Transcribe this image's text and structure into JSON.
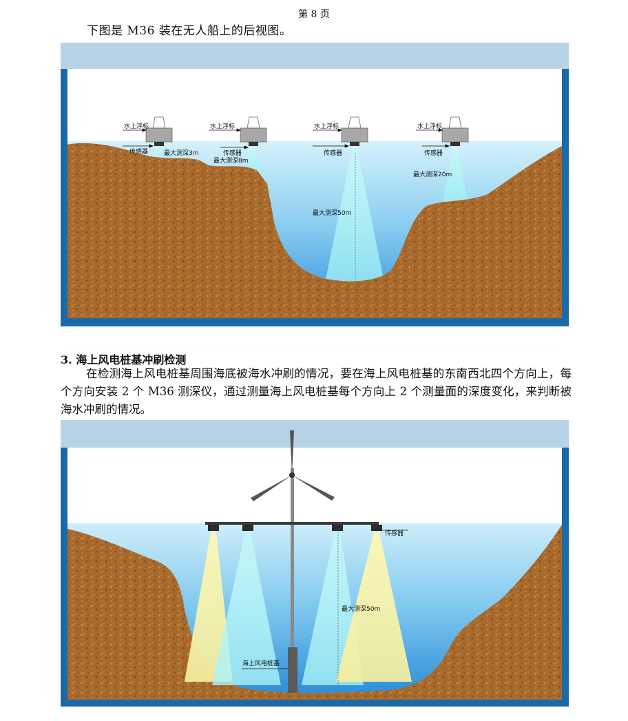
{
  "page": {
    "number_label": "第 8 页"
  },
  "figure1": {
    "caption": "下图是 M36 装在无人船上的后视图。",
    "labels": {
      "float": "水上浮标",
      "sensor": "传感器",
      "depth_3": "最大测深3m",
      "depth_8": "最大测深8m",
      "depth_50": "最大测深50m",
      "depth_20": "最大测深20m"
    }
  },
  "section3": {
    "title": "3. 海上风电桩基冲刷检测",
    "paragraph": "在检测海上风电桩基周围海底被海水冲刷的情况，要在海上风电桩基的东南西北四个方向上，每个方向安装 2 个 M36 测深仪，通过测量海上风电桩基每个方向上 2 个测量面的深度变化，来判断被海水冲刷的情况。"
  },
  "figure2": {
    "labels": {
      "sensor": "传感器",
      "depth_50": "最大测深50m",
      "pile": "海上风电桩基"
    }
  },
  "colors": {
    "frame_blue": "#1a6aa8",
    "sky_light": "#b9d3e6",
    "water_top": "#cdeefa",
    "water_bottom": "#2f9be0",
    "soil": "#a8692a",
    "beam_cyan": "#b8f4f8",
    "beam_yellow": "#fbf6a8"
  }
}
